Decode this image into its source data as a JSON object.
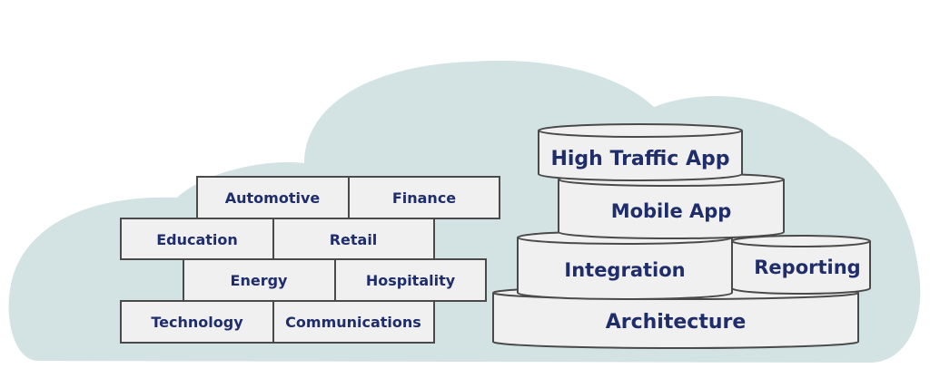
{
  "colors": {
    "cloud": "#d3e2e3",
    "brick_fill": "#f0f0f0",
    "outline": "#4a4a4a",
    "text": "#1f2d6b"
  },
  "industries": {
    "automotive": "Automotive",
    "finance": "Finance",
    "education": "Education",
    "retail": "Retail",
    "energy": "Energy",
    "hospitality": "Hospitality",
    "technology": "Technology",
    "communications": "Communications"
  },
  "stack": {
    "high_traffic_app": "High Traffic App",
    "mobile_app": "Mobile App",
    "integration": "Integration",
    "reporting": "Reporting",
    "architecture": "Architecture"
  }
}
